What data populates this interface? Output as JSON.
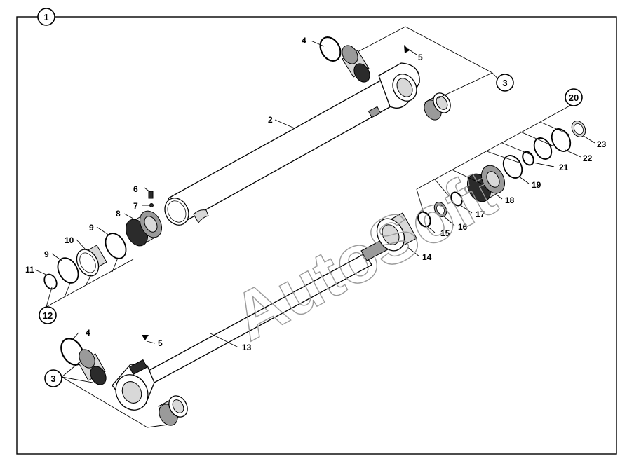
{
  "diagram": {
    "watermark": "AutoSoft",
    "callouts": {
      "assembly_main": "1",
      "barrel": "2",
      "bushing_kit_top": "3",
      "bushing_kit_bottom": "3",
      "snap_ring_top": "4",
      "snap_ring_bottom": "4",
      "grease_fitting_top": "5",
      "grease_fitting_bottom": "5",
      "set_screw": "6",
      "ball": "7",
      "piston": "8",
      "wear_ring_a": "9",
      "wear_ring_b": "9",
      "piston_seal": "10",
      "o_ring_11": "11",
      "piston_seal_kit": "12",
      "rod": "13",
      "gland_nut": "14",
      "item_15": "15",
      "item_16": "16",
      "item_17": "17",
      "gland": "18",
      "item_19": "19",
      "gland_seal_kit": "20",
      "item_21": "21",
      "item_22": "22",
      "item_23": "23"
    }
  }
}
